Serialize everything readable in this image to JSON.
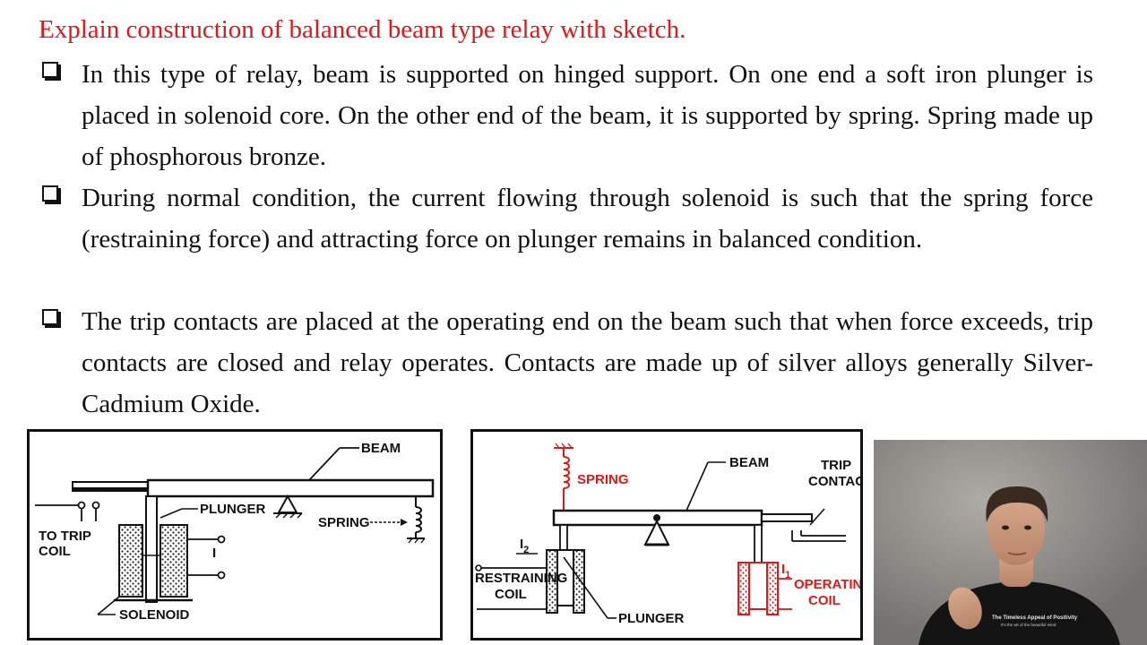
{
  "slide": {
    "title": "Explain construction of balanced beam type relay with sketch.",
    "bullets": [
      "In this type of relay, beam is supported on hinged support. On one end a soft iron plunger is placed in solenoid core. On the other end of the beam, it is supported by spring. Spring made up of phosphorous bronze.",
      "During normal condition, the current flowing through solenoid is such that the spring force (restraining force) and attracting force on plunger remains in balanced condition.",
      "The trip contacts are placed at the operating end on the beam such that when force exceeds, trip contacts are closed and relay operates. Contacts are made up of silver alloys generally Silver-Cadmium Oxide."
    ]
  },
  "figure1": {
    "labels": {
      "beam": "BEAM",
      "plunger": "PLUNGER",
      "spring": "SPRING",
      "to_trip": "TO TRIP",
      "coil": "COIL",
      "current": "I",
      "solenoid": "SOLENOID"
    }
  },
  "figure2": {
    "labels": {
      "spring": "SPRING",
      "beam": "BEAM",
      "trip": "TRIP",
      "contact": "CONTACT",
      "i2": "I",
      "i2_sub": "2",
      "restraining": "RESTRAINING",
      "coil": "COIL",
      "i1": "I",
      "i1_sub": "1",
      "operating": "OPERATING",
      "operating_coil": "COIL",
      "plunger": "PLUNGER"
    }
  },
  "webcam": {
    "shirt_text_1": "The Timeless Appeal of Positivity",
    "shirt_text_2": "It's the art of the beautiful mind"
  },
  "colors": {
    "title": "#e01818",
    "text": "#111111",
    "accent_red": "#e01818"
  }
}
